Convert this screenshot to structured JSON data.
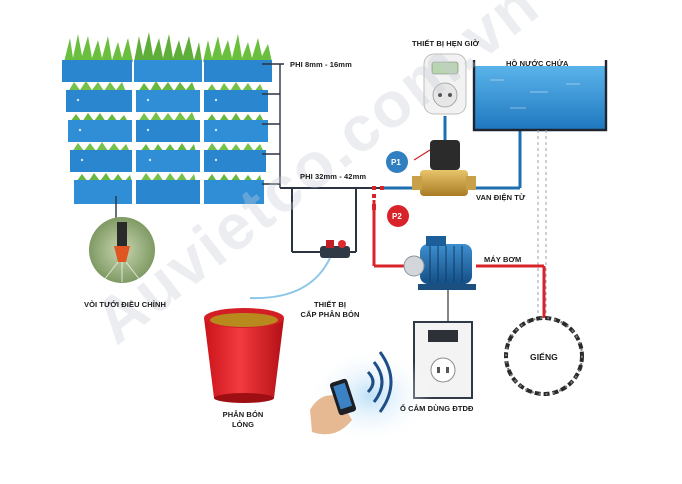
{
  "labels": {
    "phi_small": "PHI 8mm - 16mm",
    "phi_large": "PHI 32mm - 42mm",
    "timer": "THIẾT BỊ HẸN GIỜ",
    "tank": "HỒ NƯỚC CHỨA",
    "p1": "P1",
    "p2": "P2",
    "solenoid": "VAN ĐIỆN TỪ",
    "pump": "MÁY BƠM",
    "well": "GIẾNG",
    "nozzle": "VÒI TƯỚI ĐIỀU CHỈNH",
    "injector_line1": "THIẾT BỊ",
    "injector_line2": "CẤP PHÂN BÓN",
    "bucket_line1": "PHÂN BÓN",
    "bucket_line2": "LỎNG",
    "socket": "Ổ CẮM DÙNG ĐTDĐ",
    "watermark": "Auvietco.com.vn"
  },
  "colors": {
    "pipe_blue": "#1e6fb0",
    "pipe_red": "#d8232a",
    "pipe_black": "#2b3440",
    "badge_blue": "#2f7fc1",
    "badge_red": "#d8232a",
    "planter_blue": "#2a86cf",
    "grass_green": "#5fae3a",
    "bucket_red": "#e8262c",
    "pump_blue": "#1f6fb2",
    "water_blue": "#3a9ad9"
  }
}
